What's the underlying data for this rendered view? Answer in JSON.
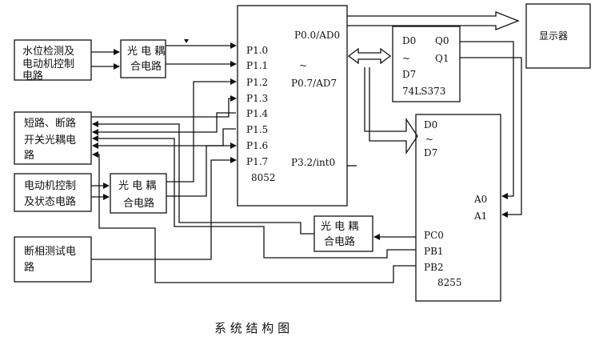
{
  "blocks": {
    "water_level": [
      "水位检测及",
      "电动机控制",
      "电路"
    ],
    "opto1": [
      "光 电 耦",
      "合电路"
    ],
    "short_break": [
      "短路、断路",
      "开关光耦电",
      "路"
    ],
    "motor_status": [
      "电动机控制",
      "及状态电路"
    ],
    "opto2": [
      "光 电 耦",
      "合电路"
    ],
    "phase_test": [
      "断相测试电",
      "路"
    ],
    "opto3": [
      "光 电 耦",
      "合电路"
    ],
    "display": "显示器",
    "mcu": {
      "name": "8052",
      "pins_left": [
        "P1.0",
        "P1.1",
        "P1.2",
        "P1.3",
        "P1.4",
        "P1.5",
        "P1.6",
        "P1.7"
      ],
      "p00": "P0.0/AD0",
      "tilde": "~",
      "p07": "P0.7/AD7",
      "p32": "P3.2/int0"
    },
    "latch": {
      "d0": "D0",
      "q0": "Q0",
      "tilde": "~",
      "q1": "Q1",
      "d7": "D7",
      "name": "74LS373"
    },
    "ppi": {
      "d0": "D0",
      "tilde": "~",
      "d7": "D7",
      "a0": "A0",
      "a1": "A1",
      "pc0": "PC0",
      "pb1": "PB1",
      "pb2": "PB2",
      "name": "8255"
    }
  },
  "caption": "系 统 结 构 图"
}
